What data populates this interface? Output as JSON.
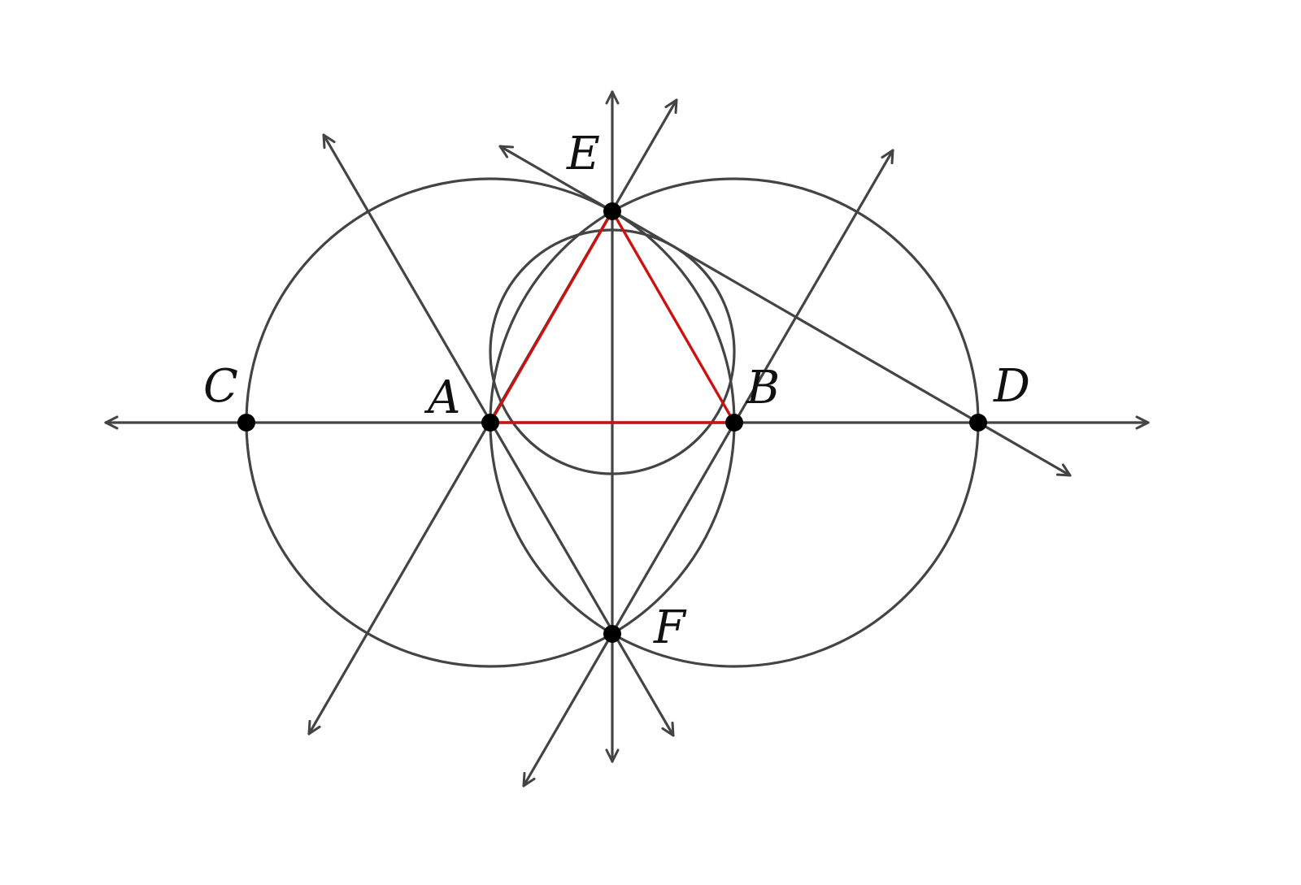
{
  "points": {
    "A": {
      "label": "A"
    },
    "B": {
      "label": "B"
    },
    "C": {
      "label": "C"
    },
    "D": {
      "label": "D"
    },
    "E": {
      "label": "E"
    },
    "F": {
      "label": "F"
    }
  },
  "colors": {
    "construction": "#444444",
    "triangle": "#cc1111",
    "points": "#000000"
  }
}
